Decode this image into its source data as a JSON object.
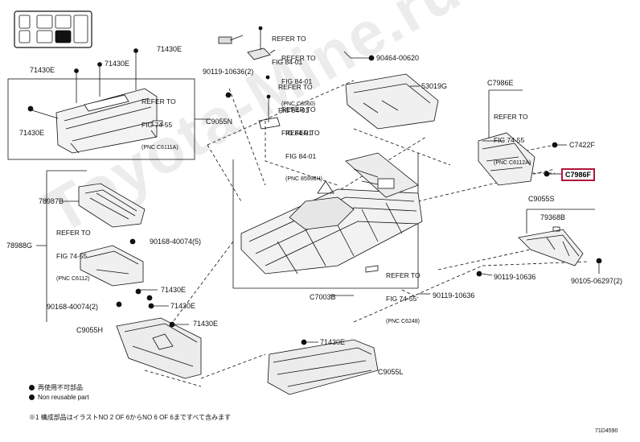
{
  "callouts": {
    "c71430e_top": "71430E",
    "c71430e_left1": "71430E",
    "c71430e_left2": "71430E",
    "c71430e_left3": "71430E",
    "c71430e_mid1": "71430E",
    "c71430e_mid2": "71430E",
    "c71430e_mid3": "71430E",
    "c71430e_bottom": "71430E",
    "c9055n": "C9055N",
    "c90119_10636_2": "90119-10636(2)",
    "c90464": "90464-00620",
    "c53019g": "53019G",
    "c7986e": "C7986E",
    "c7422f": "C7422F",
    "c7986f": "C7986F",
    "c9055s": "C9055S",
    "c79368b": "79368B",
    "c78987b": "78987B",
    "c78988g": "78988G",
    "c90168_5": "90168-40074(5)",
    "c90168_2": "90168-40074(2)",
    "c9055h": "C9055H",
    "c7003b": "C7003B",
    "c90119_10636_a": "90119-10636",
    "c90119_10636_b": "90119-10636",
    "c90105": "90105-06297(2)",
    "c9055l": "C9055L"
  },
  "refs": {
    "r1_line1": "REFER TO",
    "r1_line2": "FIG 84-01",
    "r2_line1": "REFER TO",
    "r2_line2": "FIG 84-01",
    "r2_pnc": "(PNC C8560)",
    "r3_line1": "REFER TO",
    "r3_line2": "FIG 84-01",
    "r4_line1": "REFER TO",
    "r4_line2": "FIG 84-01",
    "r5_line1": "REFER TO",
    "r5_line2": "FIG 84-01",
    "r5_pnc": "(PNC 85998H)",
    "r6_line1": "REFER TO",
    "r6_line2": "FIG 74-55",
    "r6_pnc": "(PNC C6111A)",
    "r7_line1": "REFER TO",
    "r7_line2": "FIG 74-55",
    "r7_pnc": "(PNC C6112A)",
    "r8_line1": "REFER TO",
    "r8_line2": "FIG 74-55",
    "r8_pnc": "(PNC C6112)",
    "r9_line1": "REFER TO",
    "r9_line2": "FIG 74-55",
    "r9_pnc": "(PNC C6248)"
  },
  "legend": {
    "jp_reuse": "再使用不可部品",
    "en_reuse": "Non reusable part",
    "footnote": "※1 構成部品はイラストNO 2 OF 6からNO 6 OF 6まですべて含みます"
  },
  "figure_code": "71D4590",
  "watermark": "Toyota-Mine.ru",
  "colors": {
    "highlight": "#b0163a",
    "line": "#111111"
  }
}
